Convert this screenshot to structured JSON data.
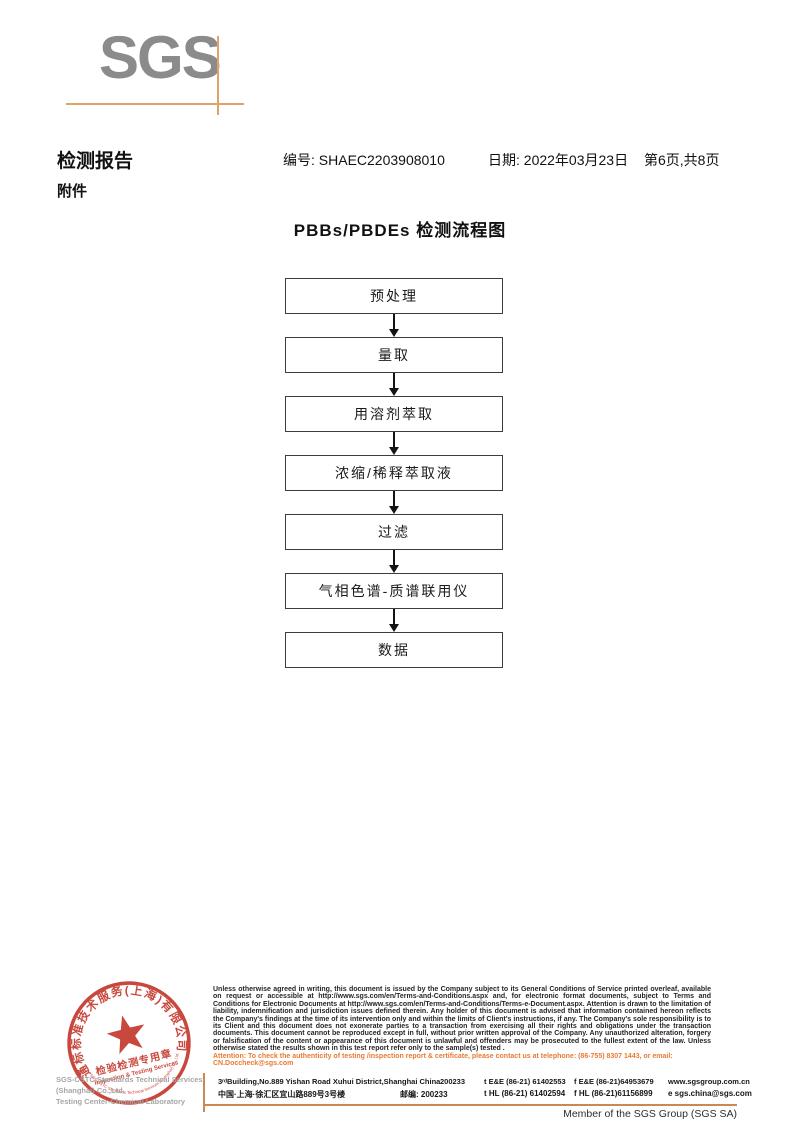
{
  "logo": {
    "text": "SGS"
  },
  "header": {
    "report_title": "检测报告",
    "report_no": "编号: SHAEC2203908010",
    "report_date": "日期: 2022年03月23日",
    "page_info": "第6页,共8页",
    "attachment": "附件"
  },
  "flowchart": {
    "title": "PBBs/PBDEs 检测流程图",
    "steps": [
      "预处理",
      "量取",
      "用溶剂萃取",
      "浓缩/稀释萃取液",
      "过滤",
      "气相色谱-质谱联用仪",
      "数据"
    ]
  },
  "stamp": {
    "ring_top": "通标标准技术服务(上海)有限公司",
    "center_line1": "检验检测专用章",
    "center_line2": "Inspection & Testing Services",
    "ring_bottom": "SGS-CSTC Standards Technical Services (Shanghai) Co.,Ltd."
  },
  "footer": {
    "company_gray_line1": "SGS-CSTC Standards Technical Services (Shanghai) Co.,Ltd.",
    "company_gray_line2": "Testing Center-Chemical Laboratory",
    "legal_text": "Unless otherwise agreed in writing, this document is issued by the Company subject to its General Conditions of Service printed overleaf, available on request or accessible at http://www.sgs.com/en/Terms-and-Conditions.aspx and, for electronic format documents, subject to Terms and Conditions for Electronic Documents at http://www.sgs.com/en/Terms-and-Conditions/Terms-e-Document.aspx. Attention is drawn to the limitation of liability, indemnification and jurisdiction issues defined therein. Any holder of this document is advised that information contained hereon reflects the Company's findings at the time of its intervention only and within the limits of Client's instructions, if any. The Company's sole responsibility is to its Client and this document does not exonerate parties to a transaction from exercising all their rights and obligations under the transaction documents. This document cannot be reproduced except in full, without prior written approval of the Company. Any unauthorized alteration, forgery or falsification of the content or appearance of this document is unlawful and offenders may be prosecuted to the fullest extent of the law. Unless otherwise stated the results shown in this test report refer only to the sample(s) tested .",
    "attention_text": "Attention: To check the authenticity of testing /inspection report & certificate, please contact us at telephone: (86-755) 8307 1443, or email: CN.Doccheck@sgs.com",
    "address_en": "3ʳᵈBuilding,No.889 Yishan Road Xuhui District,Shanghai China",
    "postcode_en": "200233",
    "tel_row1": "t E&E (86-21) 61402553",
    "fax_row1": "f E&E (86-21)64953679",
    "website": "www.sgsgroup.com.cn",
    "address_cn": "中国·上海·徐汇区宜山路889号3号楼",
    "postcode_cn": "邮编: 200233",
    "tel_row2": "t HL (86-21) 61402594",
    "fax_row2": "f HL (86-21)61156899",
    "email": "e sgs.china@sgs.com",
    "member_line": "Member of the SGS Group (SGS SA)"
  },
  "colors": {
    "accent_orange": "#e87a33",
    "line_tan": "#dda36a",
    "stamp_red": "#c5392e",
    "logo_gray": "#8b8b8b"
  }
}
